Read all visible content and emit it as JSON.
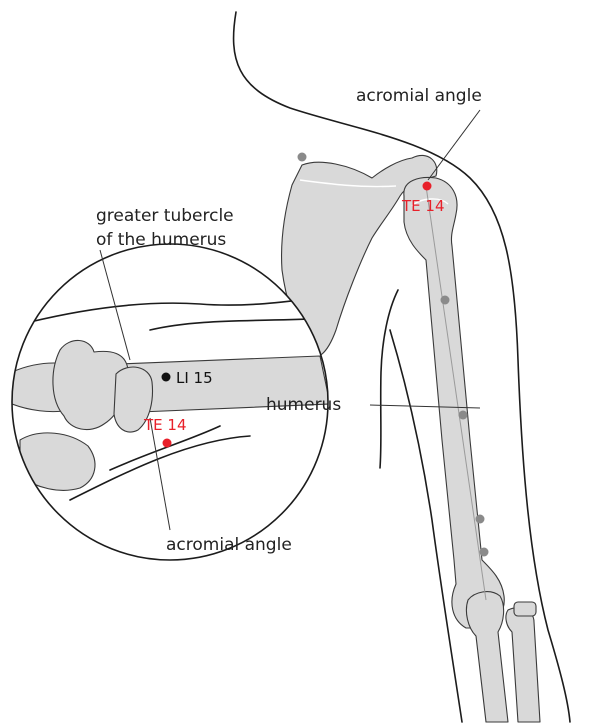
{
  "labels": {
    "acromial_angle_top": "acromial angle",
    "te14_main": "TE 14",
    "greater_tubercle_line1": "greater tubercle",
    "greater_tubercle_line2": "of the humerus",
    "li15": "LI 15",
    "te14_inset": "TE 14",
    "humerus": "humerus",
    "acromial_angle_bottom": "acromial angle"
  },
  "colors": {
    "bone_fill": "#d9d9d9",
    "point_red": "#e8202a",
    "point_black": "#111111",
    "landmark_gray": "#8a8a8a",
    "outline": "#1c1c1c"
  }
}
